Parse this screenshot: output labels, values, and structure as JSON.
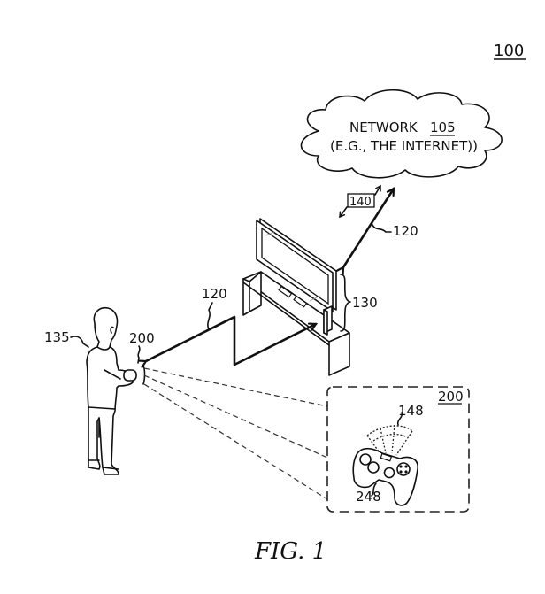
{
  "figure": {
    "system_ref": "100",
    "caption": "FIG. 1",
    "network": {
      "line1_prefix": "NETWORK",
      "ref": "105",
      "line2": "(E.G., THE INTERNET))"
    },
    "labels": {
      "signal_box": "140",
      "link_network": "120",
      "link_controller": "120",
      "console_brace": "130",
      "user": "135",
      "controller_near_user": "200",
      "inset_ref": "200",
      "motion_arc": "148",
      "controller_part": "248"
    }
  }
}
